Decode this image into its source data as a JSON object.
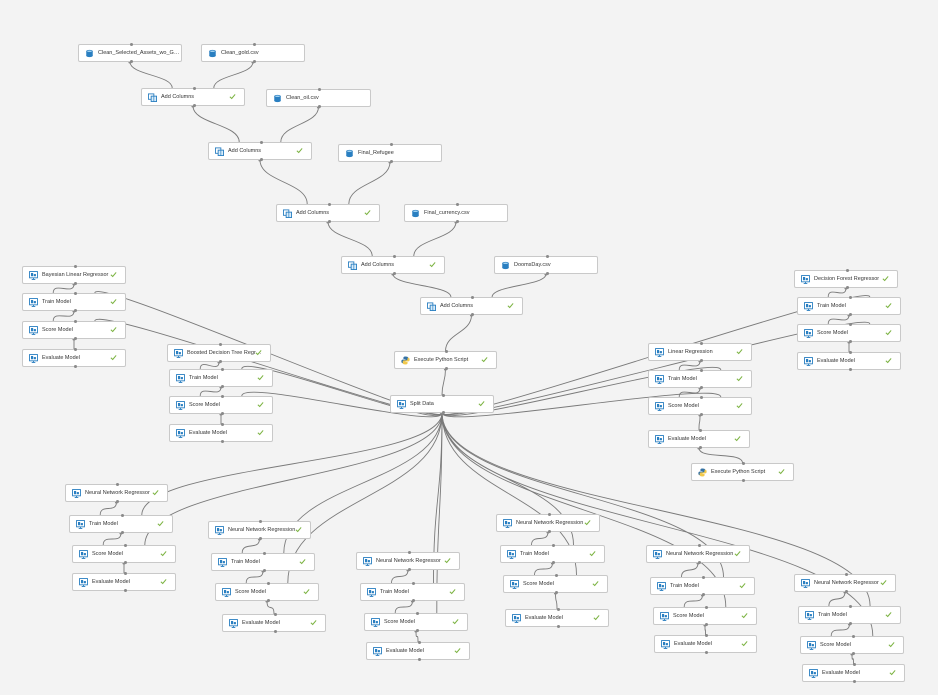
{
  "colors": {
    "background": "#f3f3f3",
    "node_border": "#c9c9c9",
    "edge": "#7a7a7a",
    "check": "#7cb342",
    "module_icon": "#2a7fc1"
  },
  "nodes": [
    {
      "id": "n1",
      "label": "Clean_Selected_Assets_wo_G…",
      "icon": "dataset-icon",
      "check": false
    },
    {
      "id": "n2",
      "label": "Clean_gold.csv",
      "icon": "dataset-icon",
      "check": false
    },
    {
      "id": "n3",
      "label": "Add Columns",
      "icon": "add-columns-icon",
      "check": true
    },
    {
      "id": "n4",
      "label": "Clean_oil.csv",
      "icon": "dataset-icon",
      "check": false
    },
    {
      "id": "n5",
      "label": "Add Columns",
      "icon": "add-columns-icon",
      "check": true
    },
    {
      "id": "n6",
      "label": "Final_Refugee",
      "icon": "dataset-icon",
      "check": false
    },
    {
      "id": "n7",
      "label": "Add Columns",
      "icon": "add-columns-icon",
      "check": true
    },
    {
      "id": "n8",
      "label": "Final_currency.csv",
      "icon": "dataset-icon",
      "check": false
    },
    {
      "id": "n9",
      "label": "Add Columns",
      "icon": "add-columns-icon",
      "check": true
    },
    {
      "id": "n10",
      "label": "DoomsDay.csv",
      "icon": "dataset-icon",
      "check": false
    },
    {
      "id": "n11",
      "label": "Add Columns",
      "icon": "add-columns-icon",
      "check": true
    },
    {
      "id": "n12",
      "label": "Execute Python Script",
      "icon": "python-icon",
      "check": true
    },
    {
      "id": "n13",
      "label": "Split Data",
      "icon": "module-icon",
      "check": true
    },
    {
      "id": "n14",
      "label": "Bayesian Linear Regressor",
      "icon": "module-icon",
      "check": true
    },
    {
      "id": "n15",
      "label": "Train Model",
      "icon": "module-icon",
      "check": true
    },
    {
      "id": "n16",
      "label": "Score Model",
      "icon": "module-icon",
      "check": true
    },
    {
      "id": "n17",
      "label": "Evaluate Model",
      "icon": "module-icon",
      "check": true
    },
    {
      "id": "n18",
      "label": "Boosted Decision Tree Regr…",
      "icon": "module-icon",
      "check": true
    },
    {
      "id": "n19",
      "label": "Train Model",
      "icon": "module-icon",
      "check": true
    },
    {
      "id": "n20",
      "label": "Score Model",
      "icon": "module-icon",
      "check": true
    },
    {
      "id": "n21",
      "label": "Evaluate Model",
      "icon": "module-icon",
      "check": true
    },
    {
      "id": "n22",
      "label": "Decision Forest Regressor",
      "icon": "module-icon",
      "check": true
    },
    {
      "id": "n23",
      "label": "Train Model",
      "icon": "module-icon",
      "check": true
    },
    {
      "id": "n24",
      "label": "Score Model",
      "icon": "module-icon",
      "check": true
    },
    {
      "id": "n25",
      "label": "Evaluate Model",
      "icon": "module-icon",
      "check": true
    },
    {
      "id": "n26",
      "label": "Linear Regression",
      "icon": "module-icon",
      "check": true
    },
    {
      "id": "n27",
      "label": "Train Model",
      "icon": "module-icon",
      "check": true
    },
    {
      "id": "n28",
      "label": "Score Model",
      "icon": "module-icon",
      "check": true
    },
    {
      "id": "n29",
      "label": "Evaluate Model",
      "icon": "module-icon",
      "check": true
    },
    {
      "id": "n30",
      "label": "Execute Python Script",
      "icon": "python-icon",
      "check": true
    },
    {
      "id": "n31",
      "label": "Neural Network Regressor",
      "icon": "module-icon",
      "check": true
    },
    {
      "id": "n32",
      "label": "Train Model",
      "icon": "module-icon",
      "check": true
    },
    {
      "id": "n33",
      "label": "Score Model",
      "icon": "module-icon",
      "check": true
    },
    {
      "id": "n34",
      "label": "Evaluate Model",
      "icon": "module-icon",
      "check": true
    },
    {
      "id": "n35",
      "label": "Neural Network Regression",
      "icon": "module-icon",
      "check": true
    },
    {
      "id": "n36",
      "label": "Train Model",
      "icon": "module-icon",
      "check": true
    },
    {
      "id": "n37",
      "label": "Score Model",
      "icon": "module-icon",
      "check": true
    },
    {
      "id": "n38",
      "label": "Evaluate Model",
      "icon": "module-icon",
      "check": true
    },
    {
      "id": "n39",
      "label": "Neural Network Regressor",
      "icon": "module-icon",
      "check": true
    },
    {
      "id": "n40",
      "label": "Train Model",
      "icon": "module-icon",
      "check": true
    },
    {
      "id": "n41",
      "label": "Score Model",
      "icon": "module-icon",
      "check": true
    },
    {
      "id": "n42",
      "label": "Evaluate Model",
      "icon": "module-icon",
      "check": true
    },
    {
      "id": "n43",
      "label": "Neural Network Regression",
      "icon": "module-icon",
      "check": true
    },
    {
      "id": "n44",
      "label": "Train Model",
      "icon": "module-icon",
      "check": true
    },
    {
      "id": "n45",
      "label": "Score Model",
      "icon": "module-icon",
      "check": true
    },
    {
      "id": "n46",
      "label": "Evaluate Model",
      "icon": "module-icon",
      "check": true
    },
    {
      "id": "n47",
      "label": "Neural Network Regression",
      "icon": "module-icon",
      "check": true
    },
    {
      "id": "n48",
      "label": "Train Model",
      "icon": "module-icon",
      "check": true
    },
    {
      "id": "n49",
      "label": "Score Model",
      "icon": "module-icon",
      "check": true
    },
    {
      "id": "n50",
      "label": "Evaluate Model",
      "icon": "module-icon",
      "check": true
    },
    {
      "id": "n51",
      "label": "Neural Network Regressor",
      "icon": "module-icon",
      "check": true
    },
    {
      "id": "n52",
      "label": "Train Model",
      "icon": "module-icon",
      "check": true
    },
    {
      "id": "n53",
      "label": "Score Model",
      "icon": "module-icon",
      "check": true
    },
    {
      "id": "n54",
      "label": "Evaluate Model",
      "icon": "module-icon",
      "check": true
    }
  ],
  "edges": [
    [
      "n1",
      "n3"
    ],
    [
      "n2",
      "n3"
    ],
    [
      "n3",
      "n5"
    ],
    [
      "n4",
      "n5"
    ],
    [
      "n5",
      "n7"
    ],
    [
      "n6",
      "n7"
    ],
    [
      "n7",
      "n9"
    ],
    [
      "n8",
      "n9"
    ],
    [
      "n9",
      "n11"
    ],
    [
      "n10",
      "n11"
    ],
    [
      "n11",
      "n12"
    ],
    [
      "n12",
      "n13"
    ],
    [
      "n14",
      "n15"
    ],
    [
      "n15",
      "n16"
    ],
    [
      "n16",
      "n17"
    ],
    [
      "n13",
      "n15"
    ],
    [
      "n13",
      "n16"
    ],
    [
      "n18",
      "n19"
    ],
    [
      "n19",
      "n20"
    ],
    [
      "n20",
      "n21"
    ],
    [
      "n13",
      "n19"
    ],
    [
      "n13",
      "n20"
    ],
    [
      "n22",
      "n23"
    ],
    [
      "n23",
      "n24"
    ],
    [
      "n24",
      "n25"
    ],
    [
      "n13",
      "n23"
    ],
    [
      "n13",
      "n24"
    ],
    [
      "n26",
      "n27"
    ],
    [
      "n27",
      "n28"
    ],
    [
      "n28",
      "n29"
    ],
    [
      "n29",
      "n30"
    ],
    [
      "n13",
      "n27"
    ],
    [
      "n13",
      "n28"
    ],
    [
      "n31",
      "n32"
    ],
    [
      "n32",
      "n33"
    ],
    [
      "n33",
      "n34"
    ],
    [
      "n13",
      "n32"
    ],
    [
      "n13",
      "n33"
    ],
    [
      "n35",
      "n36"
    ],
    [
      "n36",
      "n37"
    ],
    [
      "n37",
      "n38"
    ],
    [
      "n13",
      "n36"
    ],
    [
      "n13",
      "n37"
    ],
    [
      "n39",
      "n40"
    ],
    [
      "n40",
      "n41"
    ],
    [
      "n41",
      "n42"
    ],
    [
      "n13",
      "n40"
    ],
    [
      "n13",
      "n41"
    ],
    [
      "n43",
      "n44"
    ],
    [
      "n44",
      "n45"
    ],
    [
      "n45",
      "n46"
    ],
    [
      "n13",
      "n44"
    ],
    [
      "n13",
      "n45"
    ],
    [
      "n47",
      "n48"
    ],
    [
      "n48",
      "n49"
    ],
    [
      "n49",
      "n50"
    ],
    [
      "n13",
      "n48"
    ],
    [
      "n13",
      "n49"
    ],
    [
      "n51",
      "n52"
    ],
    [
      "n52",
      "n53"
    ],
    [
      "n53",
      "n54"
    ],
    [
      "n13",
      "n52"
    ],
    [
      "n13",
      "n53"
    ]
  ]
}
